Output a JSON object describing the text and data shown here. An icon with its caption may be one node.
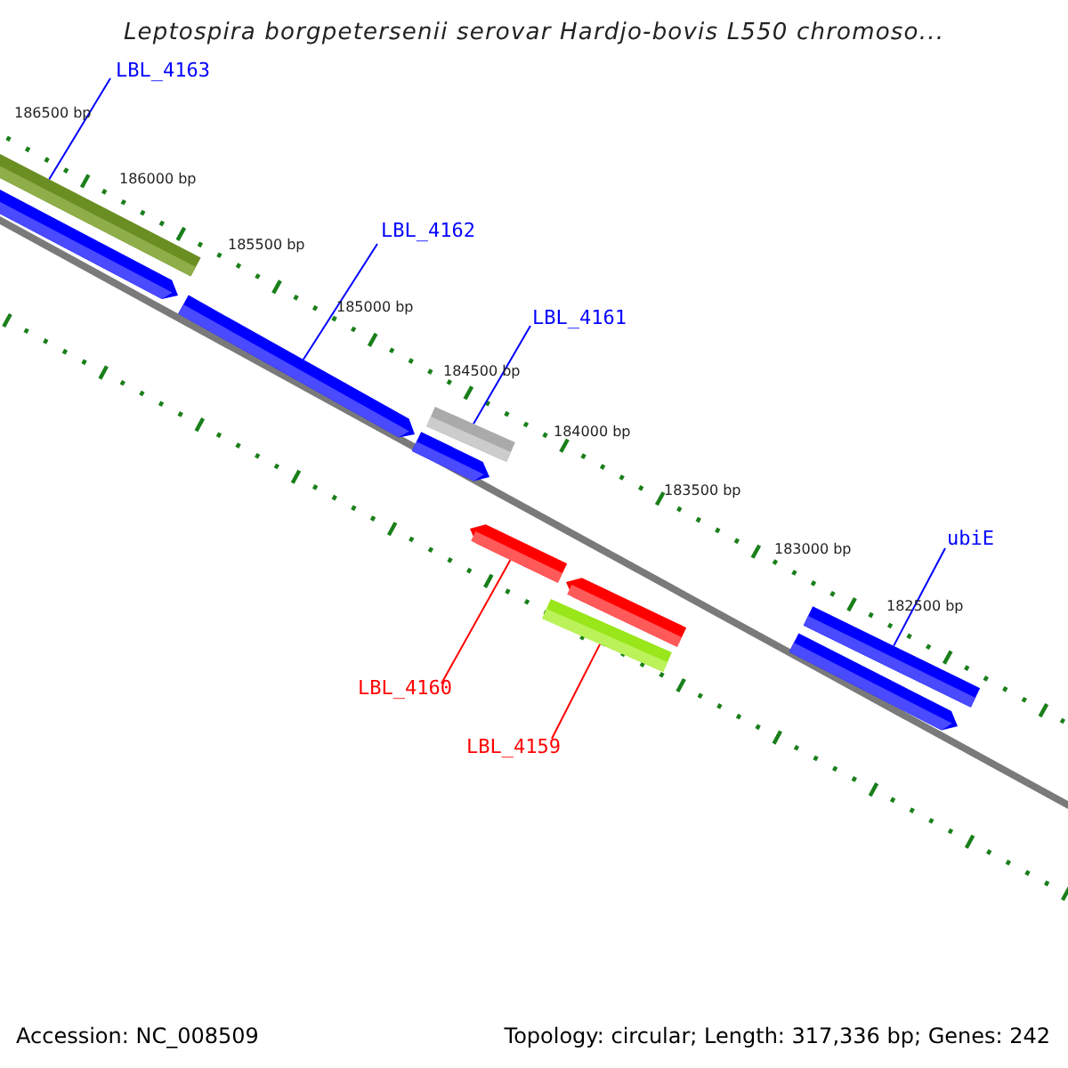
{
  "diagram": {
    "title": "Leptospira borgpetersenii serovar Hardjo-bovis L550 chromoso...",
    "nodes": [
      {
        "text": [
          "LBL_4163"
        ]
      },
      {
        "text": [],
        "shape": "bar"
      },
      {
        "text": [],
        "shape": "bar"
      },
      {
        "text": [
          "LBL_4162"
        ]
      },
      {
        "text": [],
        "shape": "bar"
      },
      {
        "text": [],
        "shape": "bar"
      },
      {
        "text": [
          "LBL_4161"
        ]
      },
      {
        "text": [],
        "shape": "bar"
      },
      {
        "text": [],
        "shape": "bar"
      },
      {
        "text": [],
        "shape": "bar"
      },
      {
        "text": [],
        "shape": "bar"
      },
      {
        "text": [
          "LBL_4160"
        ]
      },
      {
        "text": [
          "LBL_4159"
        ]
      },
      {
        "text": [
          "ubiE"
        ]
      },
      {
        "text": [],
        "shape": "bar"
      },
      {
        "text": [],
        "shape": "bar"
      }
    ],
    "edges": [
      {
        "from": 0,
        "to": 1,
        "arrow": "none"
      },
      {
        "from": 3,
        "to": 4,
        "arrow": "none"
      },
      {
        "from": 6,
        "to": 7,
        "arrow": "none"
      },
      {
        "from": 11,
        "to": 8,
        "arrow": "none",
        "color": "#ff0000"
      },
      {
        "from": 12,
        "to": 10,
        "arrow": "none",
        "color": "#ff0000"
      },
      {
        "from": 13,
        "to": 14,
        "arrow": "none"
      }
    ],
    "labels": [
      "186500 bp",
      "186000 bp",
      "185500 bp",
      "185000 bp",
      "184500 bp",
      "184000 bp",
      "183500 bp",
      "183000 bp",
      "182500 bp",
      "Accession: NC_008509",
      "Topology: circular; Length: 317,336 bp; Genes: 242"
    ]
  }
}
